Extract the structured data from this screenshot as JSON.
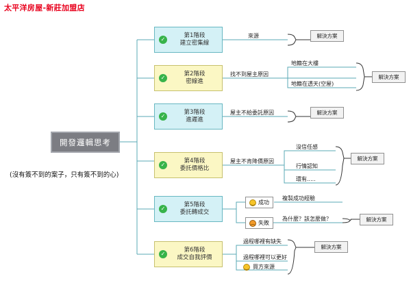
{
  "header": {
    "title": "太平洋房屋-新莊加盟店"
  },
  "central": {
    "title": "開發邏輯思考",
    "subtitle": "(沒有簽不到的案子，只有簽不到的心)"
  },
  "stages": [
    {
      "line1": "第1階段",
      "line2": "建立密集線",
      "branches": [
        "來源"
      ]
    },
    {
      "line1": "第2階段",
      "line2": "密線進",
      "branches": [
        "找不到屋主原因",
        "地籍在大樓",
        "地籍在透天(空屋)"
      ]
    },
    {
      "line1": "第3階段",
      "line2": "進遲進",
      "branches": [
        "屋主不給委託原因"
      ]
    },
    {
      "line1": "第4階段",
      "line2": "委託價格比",
      "branches": [
        "屋主不肯降價原因",
        "沒信任感",
        "行情認知",
        "環有....."
      ]
    },
    {
      "line1": "第5階段",
      "line2": "委託轉成交",
      "outcomes": [
        "成功",
        "失敗"
      ],
      "branches": [
        "複製成功經驗",
        "為什麼？該怎麼做？"
      ]
    },
    {
      "line1": "第6階段",
      "line2": "成交自我評價",
      "branches": [
        "過程哪裡有缺失",
        "過程哪裡可以更好",
        "買方來源"
      ]
    }
  ],
  "solution_label": "解決方案",
  "colors": {
    "title_red": "#e8001c",
    "stage_blue": "#d4f1f6",
    "stage_yellow": "#fbf7c4",
    "check_green": "#37b34a",
    "line_blue": "#5aa9b6",
    "central_grey": "#7c7d83"
  }
}
